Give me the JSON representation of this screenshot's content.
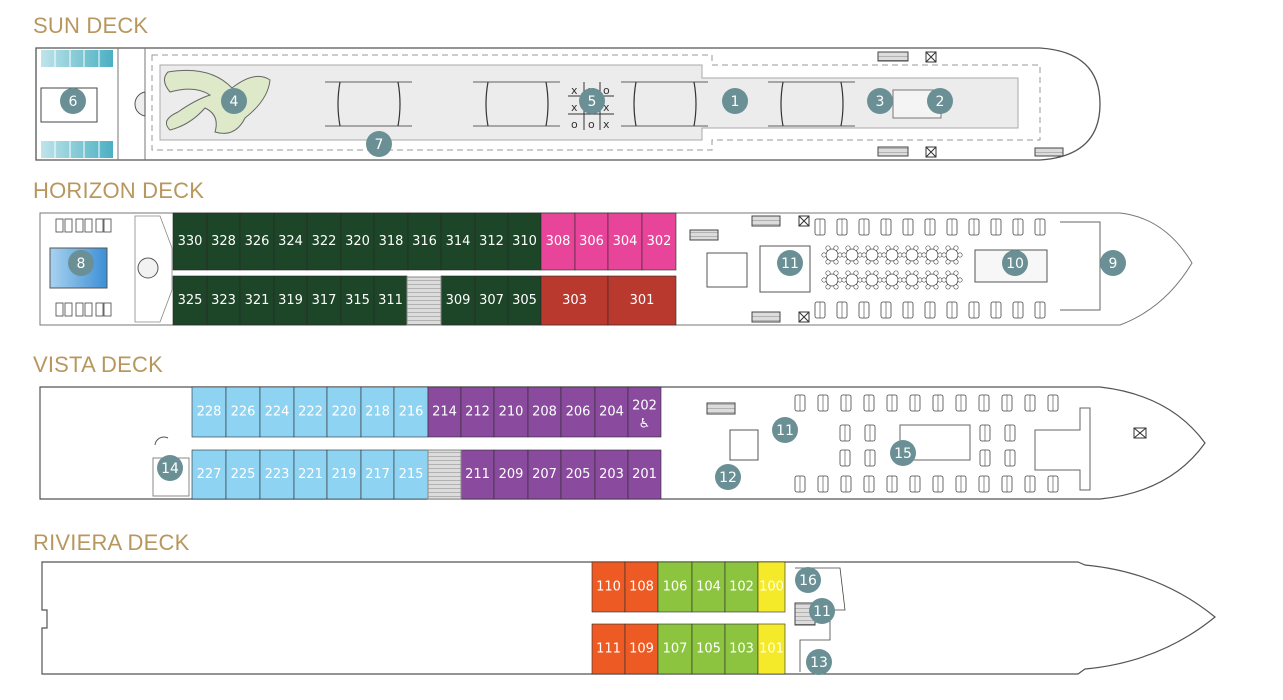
{
  "colors": {
    "title": "#b8975f",
    "marker": "#6a9095",
    "green_dark": "#1d4527",
    "pink": "#e8449a",
    "red": "#b9392f",
    "light_blue": "#8fd3f2",
    "purple": "#8a4b9e",
    "orange": "#ee5a24",
    "lime": "#8cc43f",
    "yellow": "#f4ea2a"
  },
  "decks": [
    {
      "id": "sun",
      "name": "SUN DECK",
      "markers": [
        "1",
        "2",
        "3",
        "4",
        "5",
        "6",
        "7"
      ]
    },
    {
      "id": "horizon",
      "name": "HORIZON DECK",
      "cabins_top": [
        {
          "num": "330",
          "cat": "green_dark"
        },
        {
          "num": "328",
          "cat": "green_dark"
        },
        {
          "num": "326",
          "cat": "green_dark"
        },
        {
          "num": "324",
          "cat": "green_dark"
        },
        {
          "num": "322",
          "cat": "green_dark"
        },
        {
          "num": "320",
          "cat": "green_dark"
        },
        {
          "num": "318",
          "cat": "green_dark"
        },
        {
          "num": "316",
          "cat": "green_dark"
        },
        {
          "num": "314",
          "cat": "green_dark"
        },
        {
          "num": "312",
          "cat": "green_dark"
        },
        {
          "num": "310",
          "cat": "green_dark"
        },
        {
          "num": "308",
          "cat": "pink"
        },
        {
          "num": "306",
          "cat": "pink"
        },
        {
          "num": "304",
          "cat": "pink"
        },
        {
          "num": "302",
          "cat": "pink"
        }
      ],
      "cabins_bottom": [
        {
          "num": "325",
          "cat": "green_dark"
        },
        {
          "num": "323",
          "cat": "green_dark"
        },
        {
          "num": "321",
          "cat": "green_dark"
        },
        {
          "num": "319",
          "cat": "green_dark"
        },
        {
          "num": "317",
          "cat": "green_dark"
        },
        {
          "num": "315",
          "cat": "green_dark"
        },
        {
          "num": "311",
          "cat": "green_dark"
        },
        {
          "num": "309",
          "cat": "green_dark"
        },
        {
          "num": "307",
          "cat": "green_dark"
        },
        {
          "num": "305",
          "cat": "green_dark"
        },
        {
          "num": "303",
          "cat": "red"
        },
        {
          "num": "301",
          "cat": "red"
        }
      ],
      "markers": [
        "8",
        "9",
        "10",
        "11"
      ]
    },
    {
      "id": "vista",
      "name": "VISTA DECK",
      "cabins_top": [
        {
          "num": "228",
          "cat": "light_blue"
        },
        {
          "num": "226",
          "cat": "light_blue"
        },
        {
          "num": "224",
          "cat": "light_blue"
        },
        {
          "num": "222",
          "cat": "light_blue"
        },
        {
          "num": "220",
          "cat": "light_blue"
        },
        {
          "num": "218",
          "cat": "light_blue"
        },
        {
          "num": "216",
          "cat": "light_blue"
        },
        {
          "num": "214",
          "cat": "purple"
        },
        {
          "num": "212",
          "cat": "purple"
        },
        {
          "num": "210",
          "cat": "purple"
        },
        {
          "num": "208",
          "cat": "purple"
        },
        {
          "num": "206",
          "cat": "purple"
        },
        {
          "num": "204",
          "cat": "purple"
        },
        {
          "num": "202",
          "cat": "purple",
          "accessible": true
        }
      ],
      "cabins_bottom": [
        {
          "num": "227",
          "cat": "light_blue"
        },
        {
          "num": "225",
          "cat": "light_blue"
        },
        {
          "num": "223",
          "cat": "light_blue"
        },
        {
          "num": "221",
          "cat": "light_blue"
        },
        {
          "num": "219",
          "cat": "light_blue"
        },
        {
          "num": "217",
          "cat": "light_blue"
        },
        {
          "num": "215",
          "cat": "light_blue"
        },
        {
          "num": "211",
          "cat": "purple"
        },
        {
          "num": "209",
          "cat": "purple"
        },
        {
          "num": "207",
          "cat": "purple"
        },
        {
          "num": "205",
          "cat": "purple"
        },
        {
          "num": "203",
          "cat": "purple"
        },
        {
          "num": "201",
          "cat": "purple"
        }
      ],
      "markers": [
        "11",
        "12",
        "14",
        "15"
      ]
    },
    {
      "id": "riviera",
      "name": "RIVIERA DECK",
      "cabins_top": [
        {
          "num": "110",
          "cat": "orange"
        },
        {
          "num": "108",
          "cat": "orange"
        },
        {
          "num": "106",
          "cat": "lime"
        },
        {
          "num": "104",
          "cat": "lime"
        },
        {
          "num": "102",
          "cat": "lime"
        },
        {
          "num": "100",
          "cat": "yellow"
        }
      ],
      "cabins_bottom": [
        {
          "num": "111",
          "cat": "orange"
        },
        {
          "num": "109",
          "cat": "orange"
        },
        {
          "num": "107",
          "cat": "lime"
        },
        {
          "num": "105",
          "cat": "lime"
        },
        {
          "num": "103",
          "cat": "lime"
        },
        {
          "num": "101",
          "cat": "yellow"
        }
      ],
      "markers": [
        "16",
        "11",
        "13"
      ]
    }
  ],
  "icons": {
    "accessible": "wheelchair-icon",
    "stairs": "stairs-icon",
    "elevator": "elevator-icon",
    "spiral_stair": "spiral-staircase-icon"
  }
}
